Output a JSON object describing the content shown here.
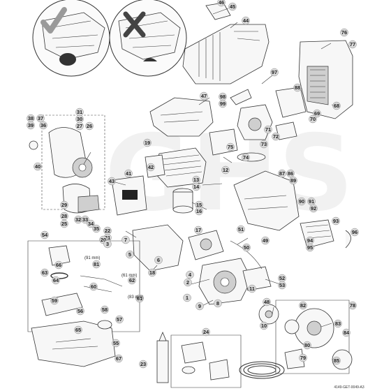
{
  "diagram": {
    "watermark": "GHS",
    "drawing_code": "4149-GET-0049-A3",
    "labels": [
      {
        "key": "45",
        "text": "45"
      },
      {
        "key": "46",
        "text": "46"
      },
      {
        "key": "44",
        "text": "44"
      },
      {
        "key": "76",
        "text": "76"
      },
      {
        "key": "77",
        "text": "77"
      },
      {
        "key": "68",
        "text": "68"
      },
      {
        "key": "97",
        "text": "97"
      },
      {
        "key": "47",
        "text": "47"
      },
      {
        "key": "98",
        "text": "98"
      },
      {
        "key": "99",
        "text": "99"
      },
      {
        "key": "88",
        "text": "88"
      },
      {
        "key": "69",
        "text": "69"
      },
      {
        "key": "70",
        "text": "70"
      },
      {
        "key": "71",
        "text": "71"
      },
      {
        "key": "72",
        "text": "72"
      },
      {
        "key": "73",
        "text": "73"
      },
      {
        "key": "74",
        "text": "74"
      },
      {
        "key": "75",
        "text": "75"
      },
      {
        "key": "38",
        "text": "38"
      },
      {
        "key": "39",
        "text": "39"
      },
      {
        "key": "37",
        "text": "37"
      },
      {
        "key": "31",
        "text": "31"
      },
      {
        "key": "30",
        "text": "30"
      },
      {
        "key": "27",
        "text": "27"
      },
      {
        "key": "26",
        "text": "26"
      },
      {
        "key": "36",
        "text": "36"
      },
      {
        "key": "40",
        "text": "40"
      },
      {
        "key": "19",
        "text": "19"
      },
      {
        "key": "42",
        "text": "42"
      },
      {
        "key": "12",
        "text": "12"
      },
      {
        "key": "41",
        "text": "41"
      },
      {
        "key": "43",
        "text": "43"
      },
      {
        "key": "13",
        "text": "13"
      },
      {
        "key": "14",
        "text": "14"
      },
      {
        "key": "15",
        "text": "15"
      },
      {
        "key": "16",
        "text": "16"
      },
      {
        "key": "87",
        "text": "87"
      },
      {
        "key": "86",
        "text": "86"
      },
      {
        "key": "89",
        "text": "89"
      },
      {
        "key": "90",
        "text": "90"
      },
      {
        "key": "91",
        "text": "91"
      },
      {
        "key": "92",
        "text": "92"
      },
      {
        "key": "93",
        "text": "93"
      },
      {
        "key": "96",
        "text": "96"
      },
      {
        "key": "94",
        "text": "94"
      },
      {
        "key": "95",
        "text": "95"
      },
      {
        "key": "29",
        "text": "29"
      },
      {
        "key": "28",
        "text": "28"
      },
      {
        "key": "25",
        "text": "25"
      },
      {
        "key": "32",
        "text": "32"
      },
      {
        "key": "33",
        "text": "33"
      },
      {
        "key": "34",
        "text": "34"
      },
      {
        "key": "35",
        "text": "35"
      },
      {
        "key": "22",
        "text": "22"
      },
      {
        "key": "21",
        "text": "21"
      },
      {
        "key": "20",
        "text": "20"
      },
      {
        "key": "17",
        "text": "17"
      },
      {
        "key": "51",
        "text": "51"
      },
      {
        "key": "3",
        "text": "3"
      },
      {
        "key": "7",
        "text": "7"
      },
      {
        "key": "49",
        "text": "49"
      },
      {
        "key": "54",
        "text": "54"
      },
      {
        "key": "50",
        "text": "50"
      },
      {
        "key": "1",
        "text": "1"
      },
      {
        "key": "5",
        "text": "5"
      },
      {
        "key": "6",
        "text": "6"
      },
      {
        "key": "18",
        "text": "18"
      },
      {
        "key": "63",
        "text": "63"
      },
      {
        "key": "66",
        "text": "66"
      },
      {
        "key": "64",
        "text": "64"
      },
      {
        "key": "81",
        "text": "81"
      },
      {
        "key": "62",
        "text": "62"
      },
      {
        "key": "60",
        "text": "60"
      },
      {
        "key": "2",
        "text": "2"
      },
      {
        "key": "52",
        "text": "52"
      },
      {
        "key": "53",
        "text": "53"
      },
      {
        "key": "48",
        "text": "48"
      },
      {
        "key": "4",
        "text": "4"
      },
      {
        "key": "59",
        "text": "59"
      },
      {
        "key": "56",
        "text": "56"
      },
      {
        "key": "58",
        "text": "58"
      },
      {
        "key": "57",
        "text": "57"
      },
      {
        "key": "9",
        "text": "9"
      },
      {
        "key": "8",
        "text": "8"
      },
      {
        "key": "10",
        "text": "10"
      },
      {
        "key": "11",
        "text": "11"
      },
      {
        "key": "78",
        "text": "78"
      },
      {
        "key": "82",
        "text": "82"
      },
      {
        "key": "83",
        "text": "83"
      },
      {
        "key": "84",
        "text": "84"
      },
      {
        "key": "80",
        "text": "80"
      },
      {
        "key": "79",
        "text": "79"
      },
      {
        "key": "85",
        "text": "85"
      },
      {
        "key": "65",
        "text": "65"
      },
      {
        "key": "55",
        "text": "55"
      },
      {
        "key": "67",
        "text": "67"
      },
      {
        "key": "24",
        "text": "24"
      },
      {
        "key": "23",
        "text": "23"
      },
      {
        "key": "61",
        "text": "61"
      }
    ],
    "hose_notes": [
      {
        "key": "n91",
        "text": "(91 mm)"
      },
      {
        "key": "n61",
        "text": "(61 mm)"
      },
      {
        "key": "n83",
        "text": "(83 mm)"
      }
    ]
  }
}
